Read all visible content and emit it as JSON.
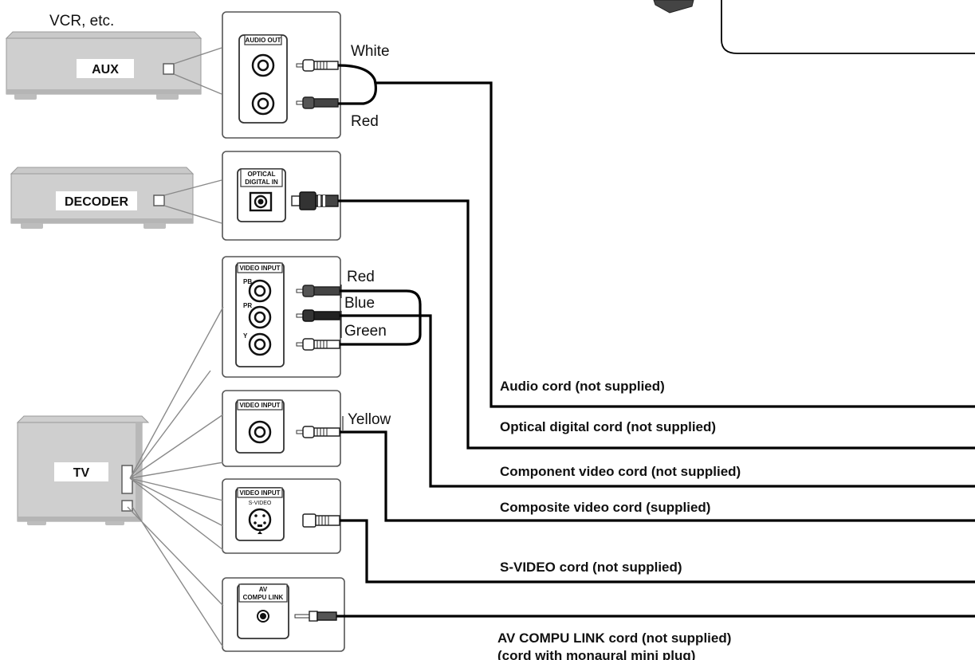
{
  "devices": {
    "vcr_caption": "VCR, etc.",
    "aux": "AUX",
    "decoder": "DECODER",
    "tv": "TV"
  },
  "panels": {
    "audio_out": "AUDIO OUT",
    "optical_line1": "OPTICAL",
    "optical_line2": "DIGITAL IN",
    "video_input": "VIDEO INPUT",
    "pb": "PB",
    "pr": "PR",
    "y": "Y",
    "s_video": "S-VIDEO",
    "av_line1": "AV",
    "av_line2": "COMPU LINK"
  },
  "plug_colors": {
    "white": "White",
    "red_audio": "Red",
    "red_video": "Red",
    "blue": "Blue",
    "green": "Green",
    "yellow": "Yellow"
  },
  "cords": {
    "audio": "Audio cord (not supplied)",
    "optical": "Optical digital cord (not supplied)",
    "component": "Component video cord (not supplied)",
    "composite": "Composite video cord (supplied)",
    "svideo": "S-VIDEO cord (not supplied)",
    "av_line1": "AV COMPU LINK cord (not supplied)",
    "av_line2": "(cord with monaural mini plug)"
  }
}
